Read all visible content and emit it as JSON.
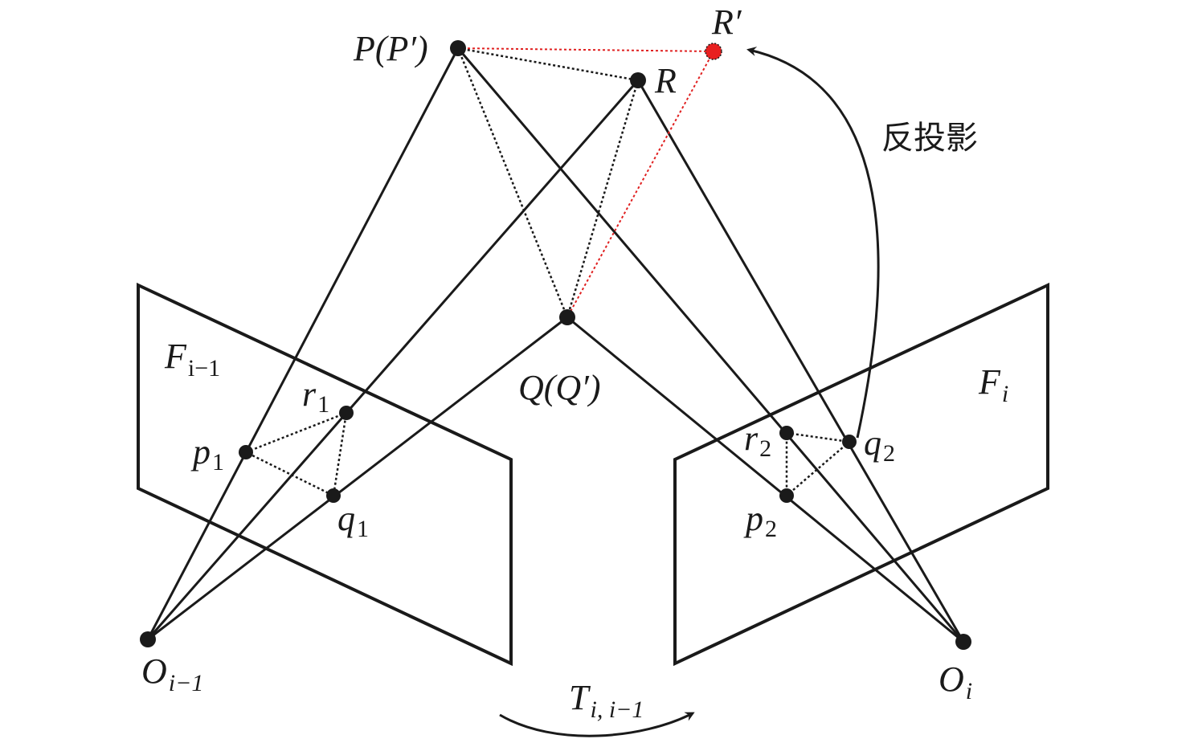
{
  "title_cn": "反投影",
  "colors": {
    "ink": "#1a1a1a",
    "reprojected": "#e02020"
  },
  "labels": {
    "P": {
      "main": "P(P′)"
    },
    "R": {
      "main": "R"
    },
    "Rp": {
      "main": "R′"
    },
    "Q": {
      "main": "Q(Q′)"
    },
    "F_left": {
      "main": "F",
      "sub": "i−1"
    },
    "F_right": {
      "main": "F",
      "sub": "i"
    },
    "O_left": {
      "main": "O",
      "sub": "i−1"
    },
    "O_right": {
      "main": "O",
      "sub": "i"
    },
    "r1": {
      "main": "r",
      "sub": "1"
    },
    "p1": {
      "main": "p",
      "sub": "1"
    },
    "q1": {
      "main": "q",
      "sub": "1"
    },
    "r2": {
      "main": "r",
      "sub": "2"
    },
    "p2": {
      "main": "p",
      "sub": "2"
    },
    "q2": {
      "main": "q",
      "sub": "2"
    },
    "T": {
      "main": "T",
      "sub": "i, i−1"
    }
  }
}
